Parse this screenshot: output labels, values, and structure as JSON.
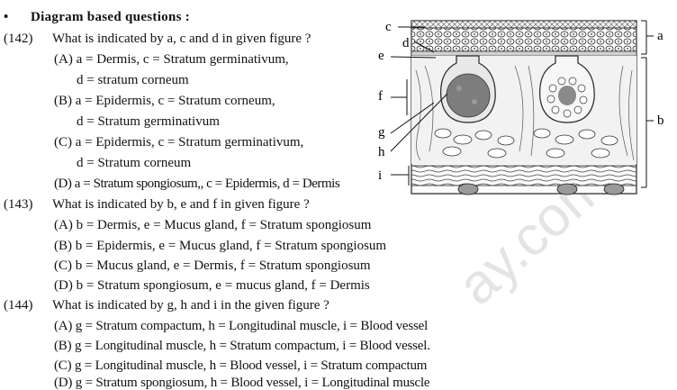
{
  "header": {
    "bullet": "•",
    "title": "Diagram based questions :"
  },
  "questions": [
    {
      "number": "(142)",
      "text": "What is indicated by a, c and d in given figure ?",
      "options": [
        {
          "line1": "(A) a = Dermis, c = Stratum germinativum,",
          "line2": "d = stratum corneum"
        },
        {
          "line1": "(B) a = Epidermis, c = Stratum corneum,",
          "line2": "d = Stratum germinativum"
        },
        {
          "line1": "(C) a = Epidermis, c = Stratum germinativum,",
          "line2": "d = Stratum corneum"
        },
        {
          "line1": "(D) a = Stratum spongiosum,, c = Epidermis, d = Dermis"
        }
      ]
    },
    {
      "number": "(143)",
      "text": "What is indicated by b, e and f in given figure ?",
      "options": [
        "(A) b = Dermis, e = Mucus gland, f = Stratum spongiosum",
        "(B) b = Epidermis, e = Mucus gland, f = Stratum spongiosum",
        "(C) b = Mucus gland, e = Dermis, f = Stratum spongiosum",
        "(D) b = Stratum spongiosum, e = mucus gland, f = Dermis"
      ]
    },
    {
      "number": "(144)",
      "text": "What is indicated by g, h and i in the given figure ?",
      "options": [
        "(A) g = Stratum compactum, h = Longitudinal muscle, i = Blood vessel",
        "(B) g = Longitudinal muscle, h = Stratum compactum, i = Blood vessel.",
        "(C) g = Longitudinal muscle, h = Blood vessel, i = Stratum compactum",
        "(D) g = Stratum spongiosum, h = Blood vessel, i = Longitudinal muscle"
      ]
    }
  ],
  "figure": {
    "labels": {
      "a": "a",
      "b": "b",
      "c": "c",
      "d": "d",
      "e": "e",
      "f": "f",
      "g": "g",
      "h": "h",
      "i": "i"
    }
  },
  "watermark": "ay.com"
}
